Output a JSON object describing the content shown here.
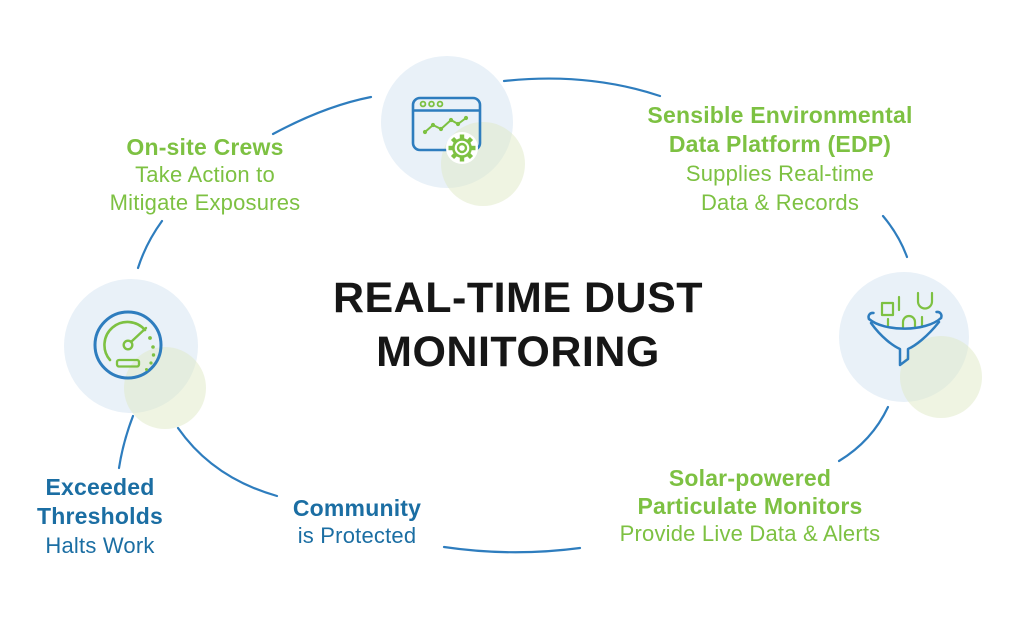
{
  "title": {
    "line1": "REAL-TIME DUST",
    "line2": "MONITORING"
  },
  "nodes": {
    "onsite_crews": {
      "heading": "On-site Crews",
      "line1": "Take Action to",
      "line2": "Mitigate Exposures"
    },
    "edp": {
      "heading1": "Sensible Environmental",
      "heading2": "Data Platform (EDP)",
      "line1": "Supplies Real-time",
      "line2": "Data & Records"
    },
    "solar_monitors": {
      "heading1": "Solar-powered",
      "heading2": "Particulate Monitors",
      "line1": "Provide Live Data & Alerts"
    },
    "community": {
      "heading": "Community",
      "line1": "is Protected"
    },
    "thresholds": {
      "heading1": "Exceeded",
      "heading2": "Thresholds",
      "line1": "Halts Work"
    }
  },
  "icons": {
    "top": "dashboard-report-icon",
    "left": "gauge-icon",
    "right": "data-funnel-icon"
  },
  "colors": {
    "green_text": "#7DC142",
    "blue_text": "#1B6EA3",
    "line_blue": "#2E7DBE",
    "icon_blue": "#2E7DBE",
    "icon_green": "#7DC142",
    "title_color": "#161616",
    "circle_blue_bg": "#E9F1F8",
    "circle_green_bg": "#DFE9C5"
  }
}
